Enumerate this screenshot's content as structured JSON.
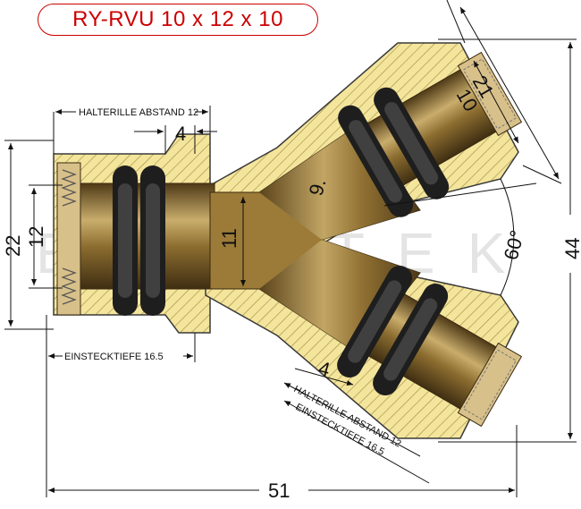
{
  "title": "RY-RVU 10 x 12 x 10",
  "watermark": "EUROTEK",
  "dimensions": {
    "outer_diameter": "22",
    "inner_diameter": "12",
    "body_bore": "11",
    "branch_bore": "9.",
    "branch_outer": "21",
    "branch_inner": "10",
    "branch_angle": "60°",
    "total_height": "44",
    "total_length": "51",
    "groove_left": "4",
    "groove_bottom": "4"
  },
  "labels": {
    "groove_distance_left": "HALTERILLE ABSTAND 12",
    "insertion_depth_left": "EINSTECKTIEFE 16.5",
    "groove_distance_bottom": "HALTERILLE ABSTAND 12",
    "insertion_depth_bottom": "EINSTECKTIEFE 16.5"
  },
  "colors": {
    "title_red": "#cc0000",
    "hatch_yellow": "#f4e59c",
    "brass_dark": "#6e5325",
    "brass_mid": "#a0823f",
    "brass_light": "#d8c08a",
    "oring": "#1e1e1e"
  }
}
